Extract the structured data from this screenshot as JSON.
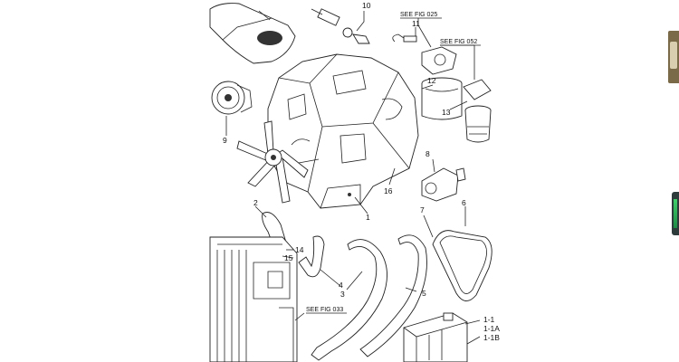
{
  "callouts": {
    "c1": "1",
    "c2": "2",
    "c3": "3",
    "c4": "4",
    "c5": "5",
    "c6": "6",
    "c7": "7",
    "c8": "8",
    "c9": "9",
    "c10": "10",
    "c11": "11",
    "c12": "12",
    "c13": "13",
    "c14": "14",
    "c15": "15",
    "c16": "16"
  },
  "references": {
    "fig025": "SEE FIG 025",
    "fig052": "SEE FIG 052",
    "fig033": "SEE FIG 033"
  },
  "variants": [
    "1-1",
    "1-1A",
    "1-1B"
  ],
  "colors": {
    "line": "#222222",
    "background": "#ffffff"
  }
}
